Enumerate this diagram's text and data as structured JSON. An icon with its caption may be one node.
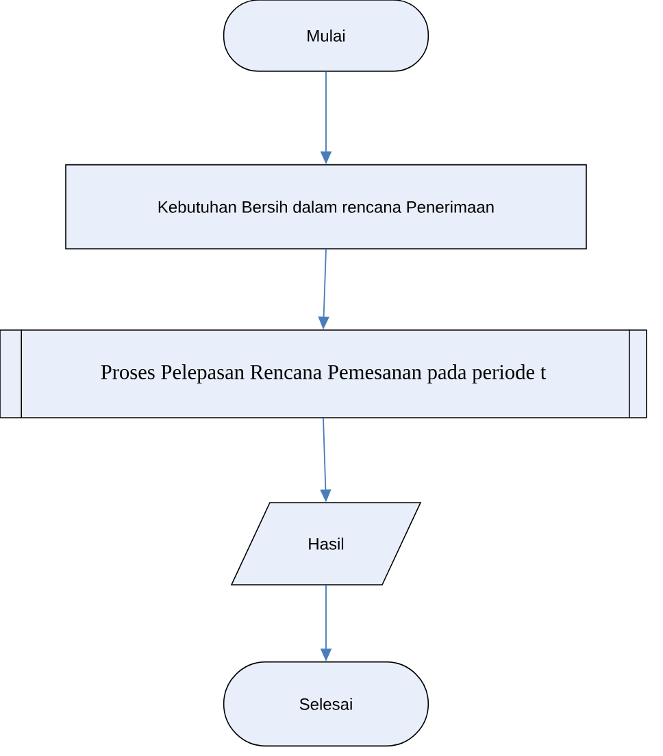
{
  "diagram": {
    "nodes": [
      {
        "text": [
          "Mulai"
        ]
      },
      {
        "text": [
          "Kebutuhan Bersih dalam rencana Penerimaan"
        ]
      },
      {
        "text": [
          "Proses Pelepasan Rencana Pemesanan pada periode t"
        ]
      },
      {
        "text": [
          "Hasil"
        ]
      },
      {
        "text": [
          "Selesai"
        ]
      }
    ],
    "edges": [
      {
        "from": 0,
        "to": 1,
        "arrow": "to"
      },
      {
        "from": 1,
        "to": 2,
        "arrow": "to"
      },
      {
        "from": 2,
        "to": 3,
        "arrow": "to"
      },
      {
        "from": 3,
        "to": 4,
        "arrow": "to"
      }
    ]
  }
}
